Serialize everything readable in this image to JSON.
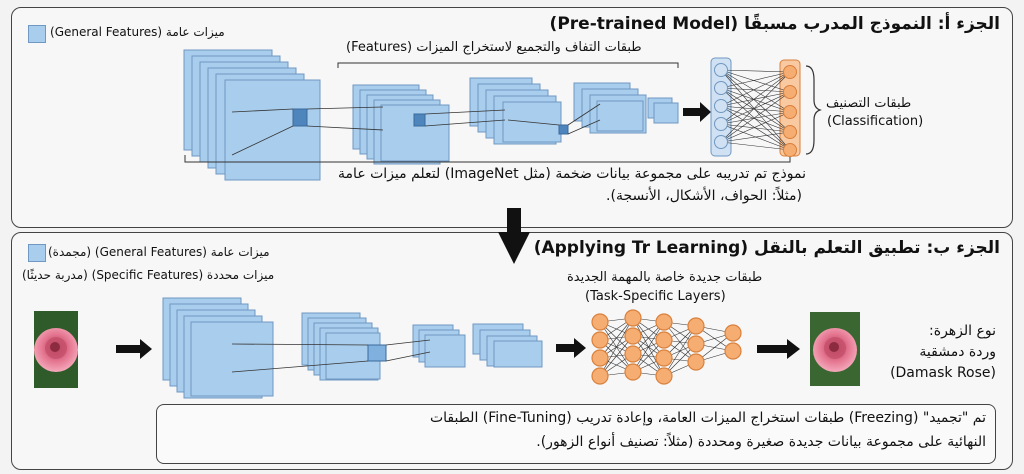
{
  "part_a": {
    "title": "الجزء أ: النموذج المدرب مسبقًا (Pre-trained Model)",
    "legend_general": "ميزات عامة (General Features)",
    "conv_layers_label": "طبقات التفاف والتجميع لاستخراج الميزات (Features)",
    "classification_ar": "طبقات التصنيف",
    "classification_en": "(Classification)",
    "desc_line1": "نموذج تم تدريبه على مجموعة بيانات ضخمة (مثل ImageNet) لتعلم ميزات عامة",
    "desc_line2": "(مثلاً: الحواف، الأشكال، الأنسجة)."
  },
  "part_b": {
    "title": "الجزء ب: تطبيق التعلم بالنقل (Applying Tr Learning)",
    "legend_general": "ميزات عامة (General Features) (مجمدة)",
    "legend_specific": "ميزات محددة (Specific Features) (مدربة حديثًا)",
    "task_layers_ar": "طبقات جديدة خاصة بالمهمة الجديدة",
    "task_layers_en": "(Task-Specific Layers)",
    "output_l1": "نوع الزهرة:",
    "output_l2": "وردة دمشقية",
    "output_l3": "(Damask Rose)",
    "desc_line1": "تم \"تجميد\" (Freezing) طبقات استخراج الميزات العامة، وإعادة تدريب (Fine-Tuning) الطبقات",
    "desc_line2": "النهائية على مجموعة بيانات جديدة صغيرة ومحددة (مثلاً: تصنيف أنواع الزهور)."
  },
  "colors": {
    "blue_fill": "#a9cdec",
    "blue_stroke": "#6f98c2",
    "orange_fill": "#f6ad72",
    "orange_stroke": "#d9803c"
  },
  "icons": [
    "rose-image-icon",
    "arrow-right-icon",
    "arrow-down-icon",
    "brace-icon"
  ]
}
